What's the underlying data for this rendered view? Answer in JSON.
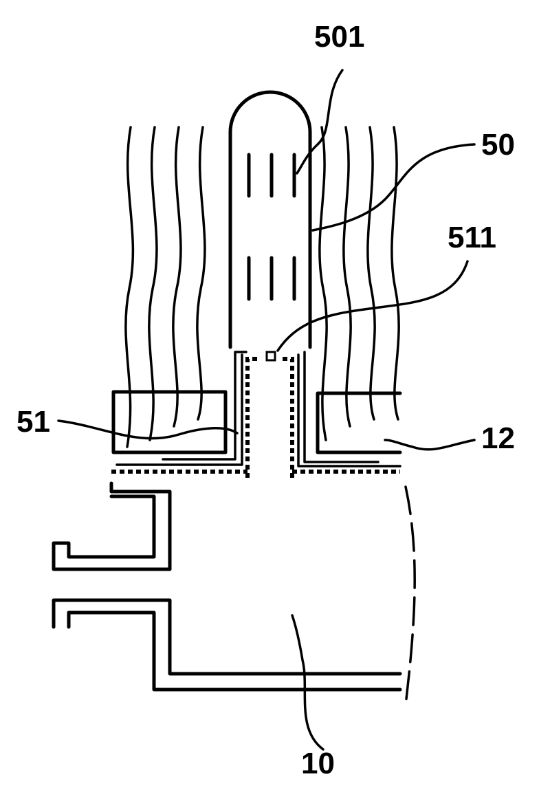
{
  "labels": {
    "ref_501": "501",
    "ref_50": "50",
    "ref_511": "511",
    "ref_51": "51",
    "ref_12": "12",
    "ref_10": "10"
  }
}
